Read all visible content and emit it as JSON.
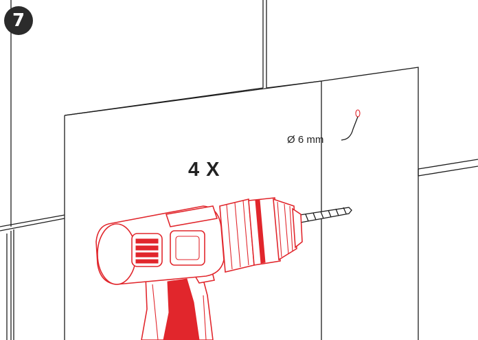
{
  "step": {
    "number": "7"
  },
  "instruction": {
    "quantity": "4 X"
  },
  "hole": {
    "diameter_label": "Ø 6 mm"
  },
  "colors": {
    "accent": "#e1262c",
    "line": "#1c1c1c",
    "badge": "#2b2b2b"
  },
  "icons": {
    "tool": "drill-icon",
    "bit": "drill-bit-icon"
  }
}
